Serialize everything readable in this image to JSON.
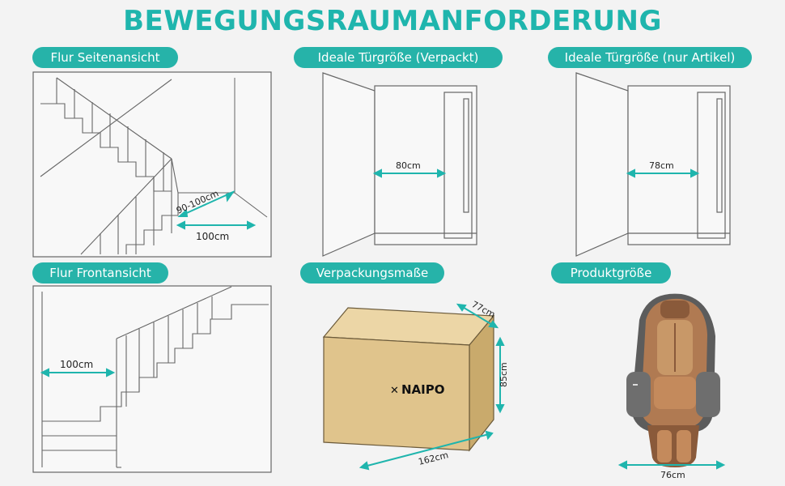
{
  "title": "BEWEGUNGSRAUMANFORDERUNG",
  "colors": {
    "accent": "#26b3a9",
    "title": "#1fb5ad",
    "line": "#555555",
    "dim": "#1fb5ad",
    "box_fill": "#e0c48c",
    "background": "#f3f3f3"
  },
  "sections": {
    "side_view": {
      "label": "Flur Seitenansicht",
      "dim_diag": "90-100cm",
      "dim_floor": "100cm"
    },
    "door_packed": {
      "label": "Ideale Türgröße (Verpackt)",
      "dim": "80cm"
    },
    "door_product": {
      "label": "Ideale Türgröße (nur Artikel)",
      "dim": "78cm"
    },
    "front_view": {
      "label": "Flur Frontansicht",
      "dim": "100cm"
    },
    "package": {
      "label": "Verpackungsmaße",
      "brand": "NAIPO",
      "depth": "77cm",
      "height": "85cm",
      "length": "162cm"
    },
    "product": {
      "label": "Produktgröße",
      "width": "76cm"
    }
  }
}
